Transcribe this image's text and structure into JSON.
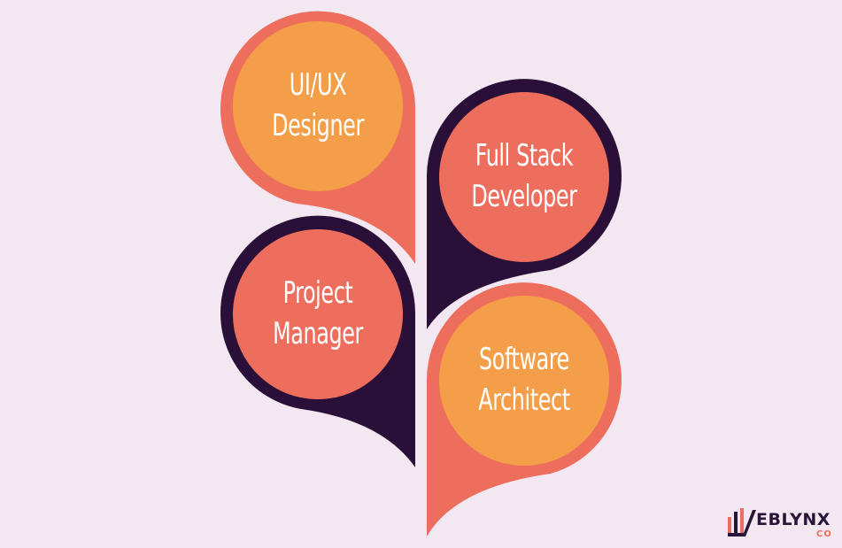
{
  "roles": [
    {
      "line1": "UI/UX",
      "line2": "Designer"
    },
    {
      "line1": "Full Stack",
      "line2": "Developer"
    },
    {
      "line1": "Project",
      "line2": "Manager"
    },
    {
      "line1": "Software",
      "line2": "Architect"
    }
  ],
  "logo": {
    "text": "EBLYNX",
    "sub": "CO"
  },
  "colors": {
    "background": "#f3e8f2",
    "coral": "#ee6e5d",
    "orange": "#f59e49",
    "dark_purple": "#2a1038",
    "logo_dark": "#2a1538",
    "logo_accent": "#ee6e5d"
  }
}
